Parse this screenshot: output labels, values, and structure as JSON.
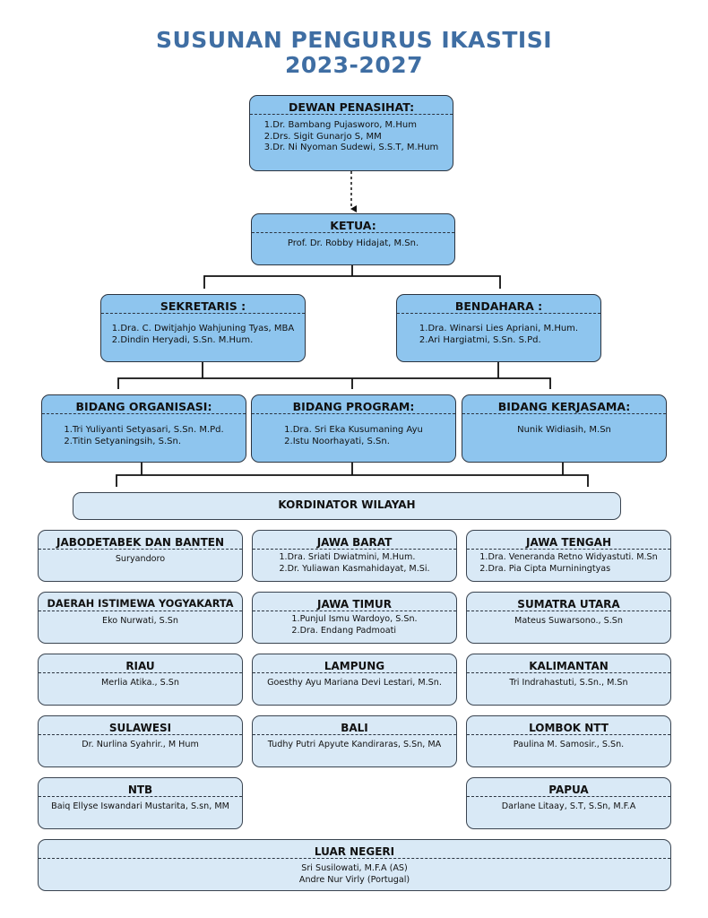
{
  "title": {
    "line1": "SUSUNAN PENGURUS IKASTISI",
    "line2": "2023-2027"
  },
  "dewan": {
    "heading": "DEWAN PENASIHAT:",
    "members": [
      "Dr. Bambang Pujasworo, M.Hum",
      "Drs. Sigit Gunarjo S, MM",
      "Dr. Ni Nyoman Sudewi, S.S.T, M.Hum"
    ]
  },
  "ketua": {
    "heading": "KETUA:",
    "member": "Prof. Dr. Robby Hidajat, M.Sn."
  },
  "sekretaris": {
    "heading": "SEKRETARIS :",
    "members": [
      "Dra. C. Dwitjahjo Wahjuning Tyas, MBA",
      "Dindin Heryadi, S.Sn. M.Hum."
    ]
  },
  "bendahara": {
    "heading": "BENDAHARA :",
    "members": [
      "Dra. Winarsi Lies Apriani, M.Hum.",
      "Ari Hargiatmi, S.Sn. S.Pd."
    ]
  },
  "organisasi": {
    "heading": "BIDANG ORGANISASI:",
    "members": [
      "Tri Yuliyanti Setyasari, S.Sn. M.Pd.",
      "Titin Setyaningsih, S.Sn."
    ]
  },
  "program": {
    "heading": "BIDANG PROGRAM:",
    "members": [
      "Dra. Sri Eka Kusumaning Ayu",
      "Istu Noorhayati, S.Sn."
    ]
  },
  "kerjasama": {
    "heading": "BIDANG KERJASAMA:",
    "member": "Nunik Widiasih, M.Sn"
  },
  "kordinator": "KORDINATOR WILAYAH",
  "regions": {
    "jabodetabek": {
      "name": "JABODETABEK DAN BANTEN",
      "member": "Suryandoro"
    },
    "jabar": {
      "name": "JAWA BARAT",
      "members": [
        "Dra. Sriati Dwiatmini, M.Hum.",
        "Dr. Yuliawan Kasmahidayat, M.Si."
      ]
    },
    "jateng": {
      "name": "JAWA TENGAH",
      "members": [
        "Dra. Veneranda Retno Widyastuti. M.Sn",
        "Dra. Pia Cipta Murniningtyas"
      ]
    },
    "diy": {
      "name": "DAERAH ISTIMEWA YOGYAKARTA",
      "member": "Eko Nurwati, S.Sn"
    },
    "jatim": {
      "name": "JAWA TIMUR",
      "members": [
        "Punjul Ismu Wardoyo, S.Sn.",
        "Dra. Endang Padmoati"
      ]
    },
    "sumut": {
      "name": "SUMATRA UTARA",
      "member": "Mateus Suwarsono., S.Sn"
    },
    "riau": {
      "name": "RIAU",
      "member": "Merlia Atika., S.Sn"
    },
    "lampung": {
      "name": "LAMPUNG",
      "member": "Goesthy Ayu Mariana Devi Lestari, M.Sn."
    },
    "kalimantan": {
      "name": "KALIMANTAN",
      "member": "Tri Indrahastuti, S.Sn., M.Sn"
    },
    "sulawesi": {
      "name": "SULAWESI",
      "member": "Dr. Nurlina Syahrir., M Hum"
    },
    "bali": {
      "name": "BALI",
      "member": "Tudhy Putri Apyute Kandiraras, S.Sn, MA"
    },
    "lombok": {
      "name": "LOMBOK NTT",
      "member": "Paulina M. Samosir., S.Sn."
    },
    "ntb": {
      "name": "NTB",
      "member": "Baiq Ellyse Iswandari Mustarita, S.sn, MM"
    },
    "papua": {
      "name": "PAPUA",
      "member": "Darlane Litaay, S.T, S.Sn, M.F.A"
    },
    "luar": {
      "name": "LUAR NEGERI",
      "members": [
        "Sri Susilowati, M.F.A (AS)",
        "Andre Nur Virly (Portugal)"
      ]
    }
  }
}
